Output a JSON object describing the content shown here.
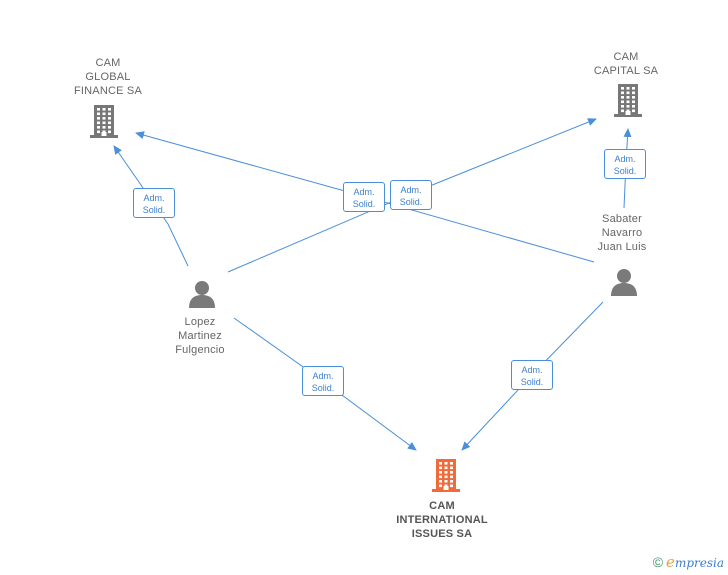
{
  "nodes": {
    "cam_global_finance": {
      "label": "CAM\nGLOBAL\nFINANCE SA",
      "type": "company"
    },
    "cam_capital": {
      "label": "CAM\nCAPITAL SA",
      "type": "company"
    },
    "cam_international_issues": {
      "label": "CAM\nINTERNATIONAL\nISSUES SA",
      "type": "company-focus"
    },
    "lopez_martinez": {
      "label": "Lopez\nMartinez\nFulgencio",
      "type": "person"
    },
    "sabater_navarro": {
      "label": "Sabater\nNavarro\nJuan Luis",
      "type": "person"
    }
  },
  "edges": [
    {
      "from": "lopez_martinez",
      "to": "cam_global_finance",
      "label": "Adm.\nSolid."
    },
    {
      "from": "sabater_navarro",
      "to": "cam_global_finance",
      "label": "Adm.\nSolid."
    },
    {
      "from": "lopez_martinez",
      "to": "cam_capital",
      "label": "Adm.\nSolid."
    },
    {
      "from": "sabater_navarro",
      "to": "cam_capital",
      "label": "Adm.\nSolid."
    },
    {
      "from": "lopez_martinez",
      "to": "cam_international_issues",
      "label": "Adm.\nSolid."
    },
    {
      "from": "sabater_navarro",
      "to": "cam_international_issues",
      "label": "Adm.\nSolid."
    }
  ],
  "colors": {
    "edge": "#4a8fd8",
    "company_icon": "#777777",
    "focus_icon": "#f06a3a",
    "person_icon": "#7a7a7a"
  },
  "icons": {
    "company": "building-icon",
    "company-focus": "building-icon",
    "person": "person-icon"
  },
  "footer": {
    "copyright": "©",
    "brand_initial": "e",
    "brand_rest": "mpresia"
  }
}
